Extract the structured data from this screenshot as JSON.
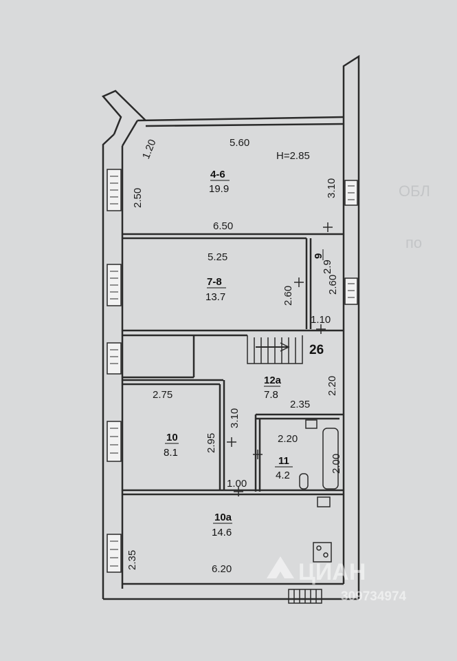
{
  "plan": {
    "height_label": "H=2.85",
    "stair_label": "26",
    "rooms": [
      {
        "id": "4-6",
        "area": "19.9"
      },
      {
        "id": "7-8",
        "area": "13.7"
      },
      {
        "id": "9",
        "area": "2.9"
      },
      {
        "id": "12a",
        "area": "7.8"
      },
      {
        "id": "10",
        "area": "8.1"
      },
      {
        "id": "11",
        "area": "4.2"
      },
      {
        "id": "10a",
        "area": "14.6"
      }
    ],
    "dimensions": [
      "1.20",
      "5.60",
      "2.50",
      "3.10",
      "6.50",
      "5.25",
      "2.60",
      "2.60",
      "1.10",
      "2.20",
      "2.75",
      "3.10",
      "2.35",
      "2.95",
      "2.20",
      "2.00",
      "1.00",
      "2.35",
      "6.20"
    ]
  },
  "watermark": {
    "brand": "ЦИАН",
    "listing_id": "309734974"
  },
  "colors": {
    "paper": "#d9dadb",
    "line": "#2a2a2a"
  }
}
